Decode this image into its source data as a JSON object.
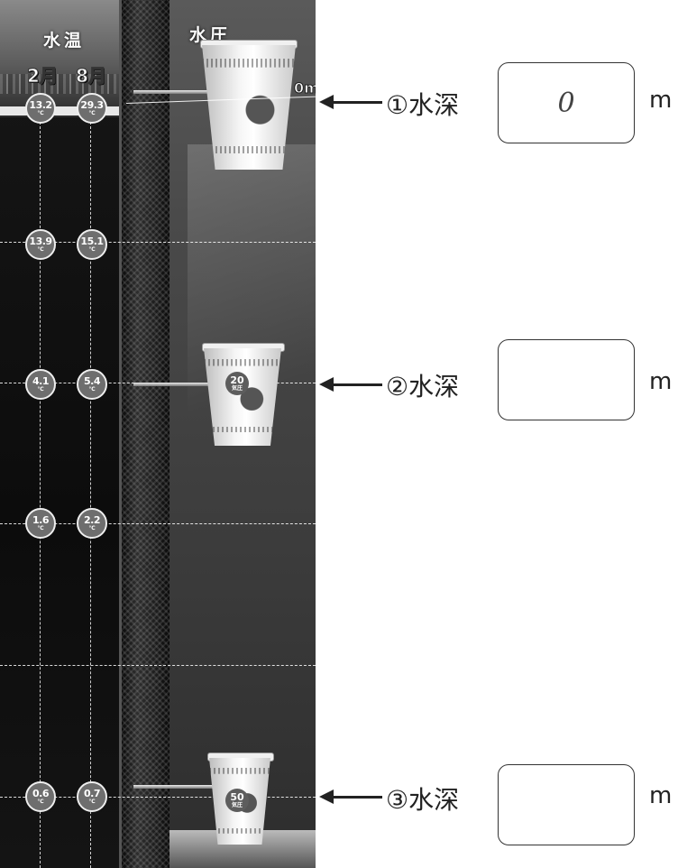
{
  "panel": {
    "temperature_heading": "水温",
    "pressure_heading": "水圧",
    "month_feb": "2月",
    "month_aug": "8月",
    "surface_depth_label": "0m"
  },
  "temperatures": [
    {
      "feb": "13.2",
      "aug": "29.3",
      "unit": "℃"
    },
    {
      "feb": "13.9",
      "aug": "15.1",
      "unit": "℃"
    },
    {
      "feb": "4.1",
      "aug": "5.4",
      "unit": "℃"
    },
    {
      "feb": "1.6",
      "aug": "2.2",
      "unit": "℃"
    },
    {
      "feb": "0.6",
      "aug": "0.7",
      "unit": "℃"
    }
  ],
  "cups": [
    {
      "pressure": "",
      "unit": ""
    },
    {
      "pressure": "20",
      "unit": "気圧"
    },
    {
      "pressure": "50",
      "unit": "気圧"
    }
  ],
  "questions": [
    {
      "label": "①水深",
      "answer": "0",
      "unit": "m"
    },
    {
      "label": "②水深",
      "answer": "",
      "unit": "m"
    },
    {
      "label": "③水深",
      "answer": "",
      "unit": "m"
    }
  ]
}
